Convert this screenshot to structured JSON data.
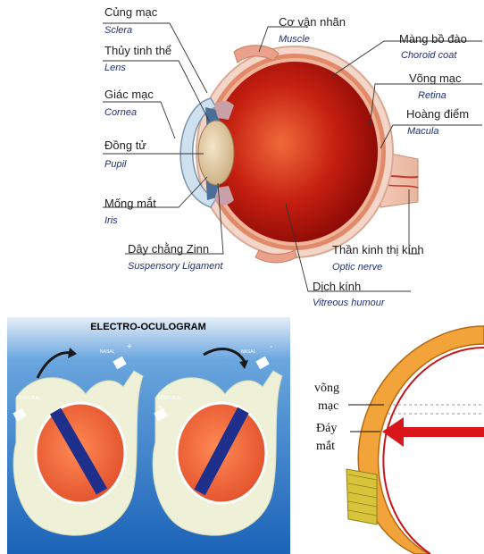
{
  "anatomy": {
    "labels": [
      {
        "key": "sclera",
        "vn": "Củng mạc",
        "en": "Sclera"
      },
      {
        "key": "lens",
        "vn": "Thủy tinh thể",
        "en": "Lens"
      },
      {
        "key": "cornea",
        "vn": "Giác mạc",
        "en": "Cornea"
      },
      {
        "key": "pupil",
        "vn": "Đồng tử",
        "en": "Pupil"
      },
      {
        "key": "iris",
        "vn": "Mống mắt",
        "en": "Iris"
      },
      {
        "key": "zinn",
        "vn": "Dây chằng Zinn",
        "en": "Suspensory Ligament"
      },
      {
        "key": "muscle",
        "vn": "Cơ vận nhãn",
        "en": "Muscle"
      },
      {
        "key": "choroid",
        "vn": "Màng bồ đào",
        "en": "Choroid coat"
      },
      {
        "key": "retina",
        "vn": "Võng mạc",
        "en": "Retina"
      },
      {
        "key": "macula",
        "vn": "Hoàng điểm",
        "en": "Macula"
      },
      {
        "key": "optic",
        "vn": "Thần kinh thị kính",
        "en": "Optic nerve"
      },
      {
        "key": "vitreous",
        "vn": "Dịch kính",
        "en": "Vitreous humour"
      }
    ]
  },
  "eog": {
    "title": "ELECTRO-OCULOGRAM",
    "temporal": "TEMPORAL",
    "nasal": "NASAL",
    "plus": "+",
    "minus": "-",
    "colors": {
      "bg": "#1f6fc4",
      "eye": "#ef6a3c",
      "bar": "#1e2f8c",
      "bone": "#eef1d8"
    }
  },
  "fundus": {
    "retina_label_1": "võng",
    "retina_label_2": "mạc",
    "fundus_label_1": "Đáy",
    "fundus_label_2": "mắt",
    "colors": {
      "sclera": "#f2a33a",
      "arrow": "#d9161a",
      "tissue": "#d7c43a"
    }
  }
}
